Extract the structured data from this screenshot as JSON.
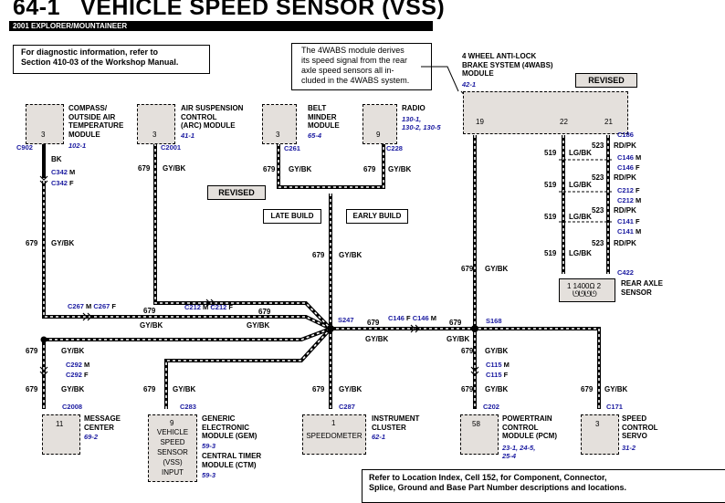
{
  "header": {
    "number": "64-1",
    "title": "VEHICLE SPEED SENSOR (VSS)",
    "subtitle": "2001 EXPLORER/MOUNTAINEER"
  },
  "notes": {
    "diagnostic": [
      "For diagnostic information, refer to",
      "Section 410-03 of the Workshop Manual."
    ],
    "wabs_callout": [
      "The 4WABS module derives",
      "its speed signal from the rear",
      "axle speed sensors all in-",
      "cluded in the 4WABS system."
    ],
    "location": [
      "Refer to Location Index, Cell 152, for Component, Connector,",
      "Splice, Ground and Base Part Number descriptions and locations."
    ]
  },
  "revised_label": "REVISED",
  "builds": {
    "late": "LATE BUILD",
    "early": "EARLY BUILD"
  },
  "components": {
    "compass": {
      "pin": "3",
      "name": [
        "COMPASS/",
        "OUTSIDE AIR",
        "TEMPERATURE",
        "MODULE"
      ],
      "ref": "102-1",
      "connector": "C902"
    },
    "arc": {
      "pin": "3",
      "name": [
        "AIR SUSPENSION",
        "CONTROL",
        "(ARC) MODULE"
      ],
      "ref": "41-1",
      "connector": "C2001"
    },
    "belt": {
      "pin": "3",
      "name": [
        "BELT",
        "MINDER",
        "MODULE"
      ],
      "ref": "65-4",
      "connector": "C261"
    },
    "radio": {
      "pin": "9",
      "name": [
        "RADIO"
      ],
      "ref": [
        "130-1,",
        "130-2, 130-5"
      ],
      "connector": "C228"
    },
    "wabs": {
      "name": [
        "4 WHEEL ANTI-LOCK",
        "BRAKE SYSTEM (4WABS)",
        "MODULE"
      ],
      "ref": "42-1",
      "pins": [
        "19",
        "22",
        "21"
      ]
    },
    "rear_axle": {
      "name": [
        "REAR AXLE",
        "SENSOR"
      ],
      "connector": "C422",
      "value": "1 1400Ω 2"
    },
    "message": {
      "pin": "11",
      "name": [
        "MESSAGE",
        "CENTER"
      ],
      "ref": "69-2",
      "connector": "C2008"
    },
    "gem": {
      "pin": "9",
      "inner": [
        "VEHICLE",
        "SPEED",
        "SENSOR",
        "(VSS)",
        "INPUT"
      ],
      "name": [
        "GENERIC",
        "ELECTRONIC",
        "MODULE (GEM)"
      ],
      "ref": "59-3",
      "name2": [
        "CENTRAL TIMER",
        "MODULE (CTM)"
      ],
      "ref2": "59-3",
      "connector": "C283"
    },
    "cluster": {
      "pin": "1",
      "inner": "SPEEDOMETER",
      "name": [
        "INSTRUMENT",
        "CLUSTER"
      ],
      "ref": "62-1",
      "connector": "C287"
    },
    "pcm": {
      "pin": "58",
      "name": [
        "POWERTRAIN",
        "CONTROL",
        "MODULE (PCM)"
      ],
      "ref": [
        "23-1, 24-5,",
        "25-4"
      ],
      "connector": "C202"
    },
    "servo": {
      "pin": "3",
      "name": [
        "SPEED",
        "CONTROL",
        "SERVO"
      ],
      "ref": "31-2",
      "connector": "C171"
    }
  },
  "wires": {
    "w679": "679",
    "gybk": "GY/BK",
    "bk": "BK",
    "w519": "519",
    "lgbk": "LG/BK",
    "w523": "523",
    "rdpk": "RD/PK"
  },
  "connectors": {
    "c342m": "C342",
    "c342f": "C342",
    "c267m": "C267",
    "c267f": "C267",
    "c212m": "C212",
    "c212f": "C212",
    "s247": "S247",
    "c146f": "C146",
    "c146m": "C146",
    "s168": "S168",
    "c292m": "C292",
    "c292f": "C292",
    "c115m": "C115",
    "c115f": "C115",
    "c186": "C186",
    "c146m_r": "C146",
    "c146f_r": "C146",
    "c212f_r": "C212",
    "c212m_r": "C212",
    "c141f": "C141",
    "c141m": "C141",
    "m": "M",
    "f": "F"
  }
}
